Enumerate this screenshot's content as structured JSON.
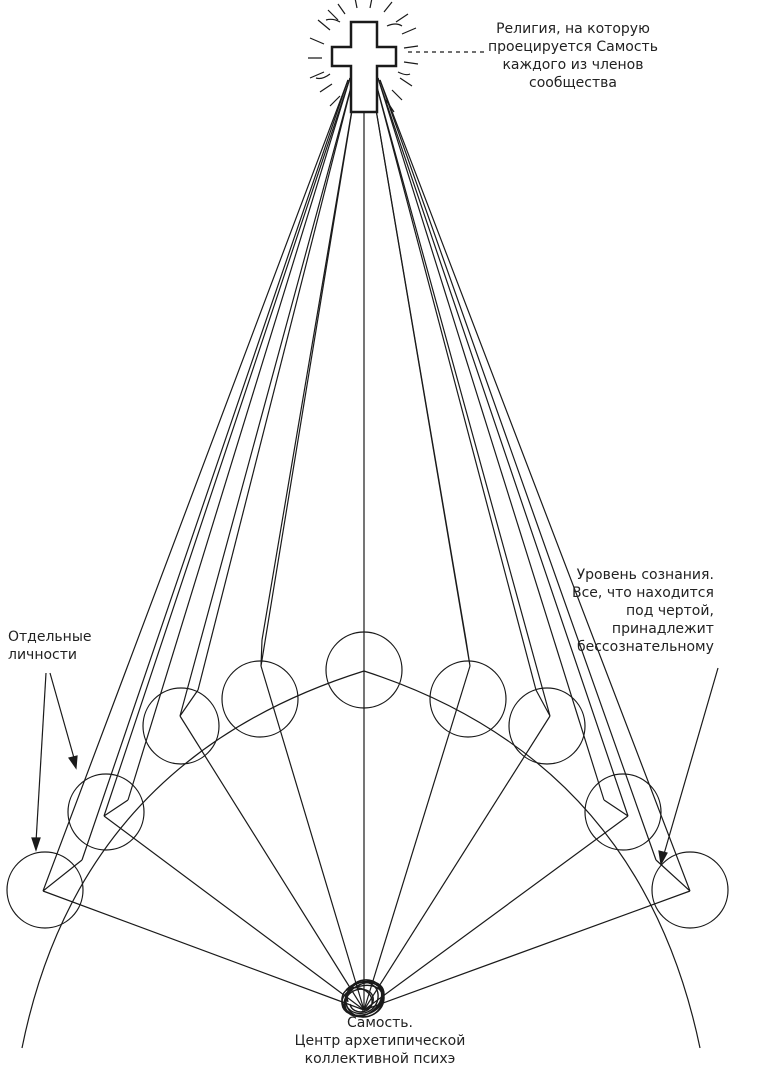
{
  "labels": {
    "religion": [
      "Религия, на которую",
      "проецируется Самость",
      "каждого из членов",
      "сообщества"
    ],
    "individuals": [
      "Отдельные",
      "личности"
    ],
    "consciousness": [
      "Уровень сознания.",
      "Все, что находится",
      "под чертой,",
      "принадлежит",
      "бессознательному"
    ],
    "self": [
      "Самость.",
      "Центр архетипической",
      "коллективной психэ"
    ]
  },
  "icons": {
    "religion_symbol": "radiant-cross-icon",
    "self_symbol": "tangled-scribble-icon"
  },
  "colors": {
    "line": "#1a1a1a",
    "background": "#ffffff"
  }
}
